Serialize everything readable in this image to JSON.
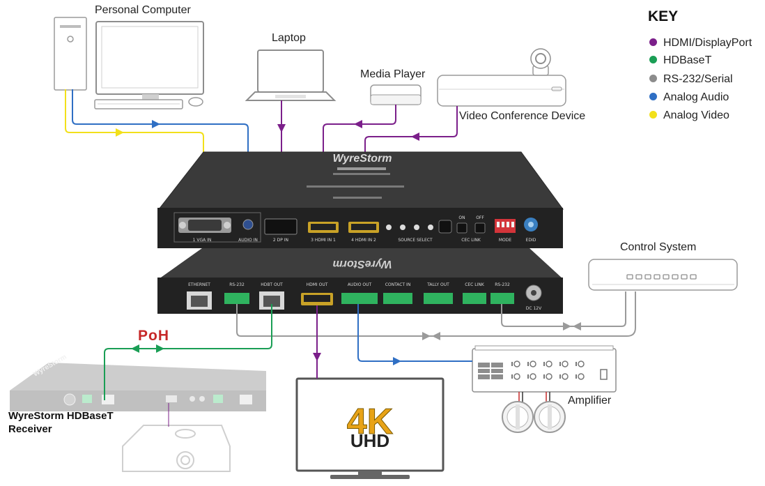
{
  "key": {
    "title": "KEY",
    "items": [
      {
        "label": "HDMI/DisplayPort",
        "color": "#7b1f8a"
      },
      {
        "label": "HDBaseT",
        "color": "#1a9e55"
      },
      {
        "label": "RS-232/Serial",
        "color": "#8c8c8c"
      },
      {
        "label": "Analog Audio",
        "color": "#2f6fc4"
      },
      {
        "label": "Analog Video",
        "color": "#f2e01a"
      }
    ]
  },
  "devices": {
    "personal_computer": "Personal Computer",
    "laptop": "Laptop",
    "media_player": "Media Player",
    "video_conference": "Video Conference Device",
    "control_system": "Control System",
    "amplifier": "Amplifier",
    "receiver_line1": "WyreStorm HDBaseT",
    "receiver_line2": "Receiver",
    "poh": "PoH",
    "tv_4k": "4K",
    "tv_uhd": "UHD"
  },
  "front_panel": {
    "brand": "WyreStorm",
    "ports": [
      "1 VGA IN",
      "AUDIO IN",
      "2 DP IN",
      "3 HDMI IN 1",
      "4 HDMI IN 2",
      "SOURCE SELECT",
      "CEC LINK",
      "MODE",
      "EDID"
    ],
    "cec_on": "ON",
    "cec_off": "OFF",
    "source_numbers": [
      "1",
      "2",
      "3",
      "4"
    ]
  },
  "rear_panel": {
    "brand": "WyreStorm",
    "ports": [
      "ETHERNET",
      "RS-232",
      "HDBT OUT",
      "HDMI OUT",
      "AUDIO OUT",
      "CONTACT IN",
      "TALLY OUT",
      "CEC LINK",
      "RS-232",
      "DC 12V"
    ]
  }
}
